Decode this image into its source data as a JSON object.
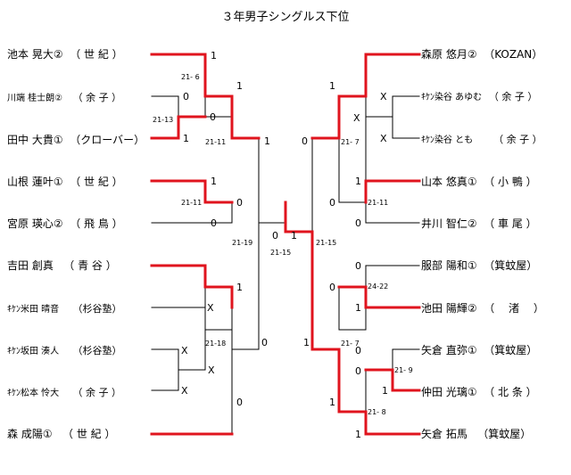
{
  "title": "３年男子シングルス下位",
  "left_players": [
    {
      "name": "池本 晃大②",
      "club": "（ 世 紀 ）",
      "small": false
    },
    {
      "name": "川端 桂士朗②",
      "club": "（ 余 子 ）",
      "small": true
    },
    {
      "name": "田中 大貴①",
      "club": "（クローバー）",
      "small": false
    },
    {
      "name": "山根 蓮叶①",
      "club": "（ 世 紀 ）",
      "small": false
    },
    {
      "name": "宮原 瑛心②",
      "club": "（ 飛 鳥 ）",
      "small": false
    },
    {
      "name": "吉田 創真",
      "club": "（ 青 谷 ）",
      "small": false
    },
    {
      "name": "ｷｹﾝ米田 晴音",
      "club": "（杉谷塾）",
      "small": true
    },
    {
      "name": "ｷｹﾝ坂田 湊人",
      "club": "（杉谷塾）",
      "small": true
    },
    {
      "name": "ｷｹﾝ松本 怜大",
      "club": "（ 余 子 ）",
      "small": true
    },
    {
      "name": "森 成陽①",
      "club": "（ 世 紀 ）",
      "small": false
    }
  ],
  "right_players": [
    {
      "name": "森原 悠月②",
      "club": "（KOZAN）",
      "small": false
    },
    {
      "name": "ｷｹﾝ染谷 あゆむ",
      "club": "（ 余 子 ）",
      "small": true
    },
    {
      "name": "ｷｹﾝ染谷 とも",
      "club": "（ 余 子 ）",
      "small": true
    },
    {
      "name": "山本 悠真①",
      "club": "（ 小 鴨 ）",
      "small": false
    },
    {
      "name": "井川 智仁②",
      "club": "（ 車 尾 ）",
      "small": false
    },
    {
      "name": "服部 陽和①",
      "club": "（箕蚊屋）",
      "small": false
    },
    {
      "name": "池田 陽輝②",
      "club": "（　 渚　 ）",
      "small": false
    },
    {
      "name": "矢倉 直弥①",
      "club": "（箕蚊屋）",
      "small": false
    },
    {
      "name": "仲田 光璃①",
      "club": "（ 北 条 ）",
      "small": false
    },
    {
      "name": "矢倉 拓馬",
      "club": "（箕蚊屋）",
      "small": false
    }
  ],
  "scores": {
    "l1": {
      "a": "1",
      "b": "0",
      "c": "0",
      "d": "1",
      "e": "1"
    },
    "l2": {
      "a": "1",
      "b": "0",
      "c": "1",
      "d": "X",
      "e": "X",
      "f": "X",
      "g": "X",
      "h": "0"
    },
    "l3": {
      "a": "1",
      "b": "0",
      "c": "1",
      "d": "0"
    },
    "l4": {
      "a": "1",
      "b": "0"
    },
    "final": {
      "left": "0",
      "right": "1"
    },
    "r4": {
      "a": "0",
      "b": "1"
    },
    "r3": {
      "a": "1",
      "b": "0",
      "c": "0",
      "d": "1"
    },
    "r2": {
      "a": "X",
      "b": "X",
      "c": "1",
      "d": "0",
      "e": "0",
      "f": "1",
      "g": "0",
      "h": "1"
    },
    "r1": {
      "a": "X",
      "b": "X",
      "c": "0",
      "d": "1",
      "e": "1"
    }
  },
  "game_scores": {
    "l_21_6": "21- 6",
    "l_21_13": "21-13",
    "l_21_11a": "21-11",
    "l_21_11b": "21-11",
    "l_21_18": "21-18",
    "l_21_19": "21-19",
    "f_21_15": "21-15",
    "r_21_15": "21-15",
    "r_21_7a": "21- 7",
    "r_21_11": "21-11",
    "r_24_22": "24-22",
    "r_21_7b": "21- 7",
    "r_21_9": "21- 9",
    "r_21_8": "21- 8"
  },
  "colors": {
    "winner_line": "#e0141e",
    "line": "#000000"
  }
}
